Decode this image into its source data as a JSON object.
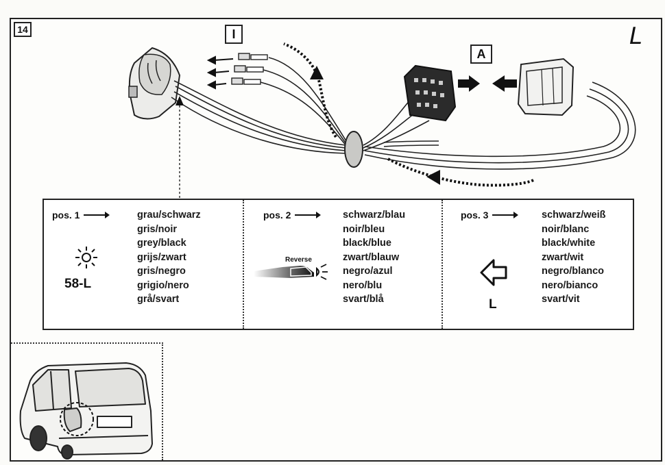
{
  "step_number": "14",
  "corner_letter": "L",
  "labels": {
    "inside": "I",
    "adapter": "A"
  },
  "reverse_label": "Reverse",
  "columns": [
    {
      "position": "pos. 1",
      "colors": [
        "grau/schwarz",
        "gris/noir",
        "grey/black",
        "grijs/zwart",
        "gris/negro",
        "grigio/nero",
        "grå/svart"
      ],
      "circuit_code": "58-L",
      "icon": "sun-lamp-icon"
    },
    {
      "position": "pos. 2",
      "colors": [
        "schwarz/blau",
        "noir/bleu",
        "black/blue",
        "zwart/blauw",
        "negro/azul",
        "nero/blu",
        "svart/blå"
      ],
      "icon": "reverse-light-icon"
    },
    {
      "position": "pos. 3",
      "colors": [
        "schwarz/weiß",
        "noir/blanc",
        "black/white",
        "zwart/wit",
        "negro/blanco",
        "nero/bianco",
        "svart/vit"
      ],
      "circuit_code": "L",
      "icon": "left-arrow-icon"
    }
  ]
}
